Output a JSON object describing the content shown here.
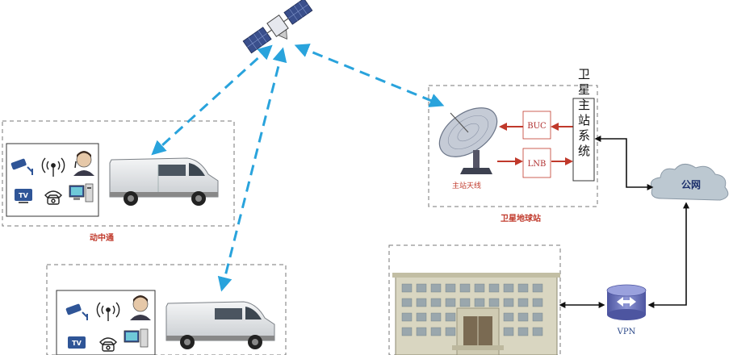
{
  "labels": {
    "mobile_group_1": "动中通",
    "ground_station": "卫星地球站",
    "antenna": "主站天线",
    "buc": "BUC",
    "lnb": "LNB",
    "main_system": "卫星主站系统",
    "cloud": "公网",
    "vpn": "VPN",
    "tv_icon": "TV"
  },
  "icons": [
    "satellite-icon",
    "camera-icon",
    "wifi-icon",
    "operator-icon",
    "tv-icon",
    "phone-icon",
    "computer-icon",
    "van-icon",
    "dish-icon",
    "cloud-icon",
    "vpn-icon",
    "building-icon"
  ],
  "colors": {
    "satellite_link": "#29a3dc",
    "rf_arrow": "#c0392b",
    "label_red": "#c0392b",
    "cloud": "#b9c6cf",
    "vpn": "#6b74b8"
  }
}
